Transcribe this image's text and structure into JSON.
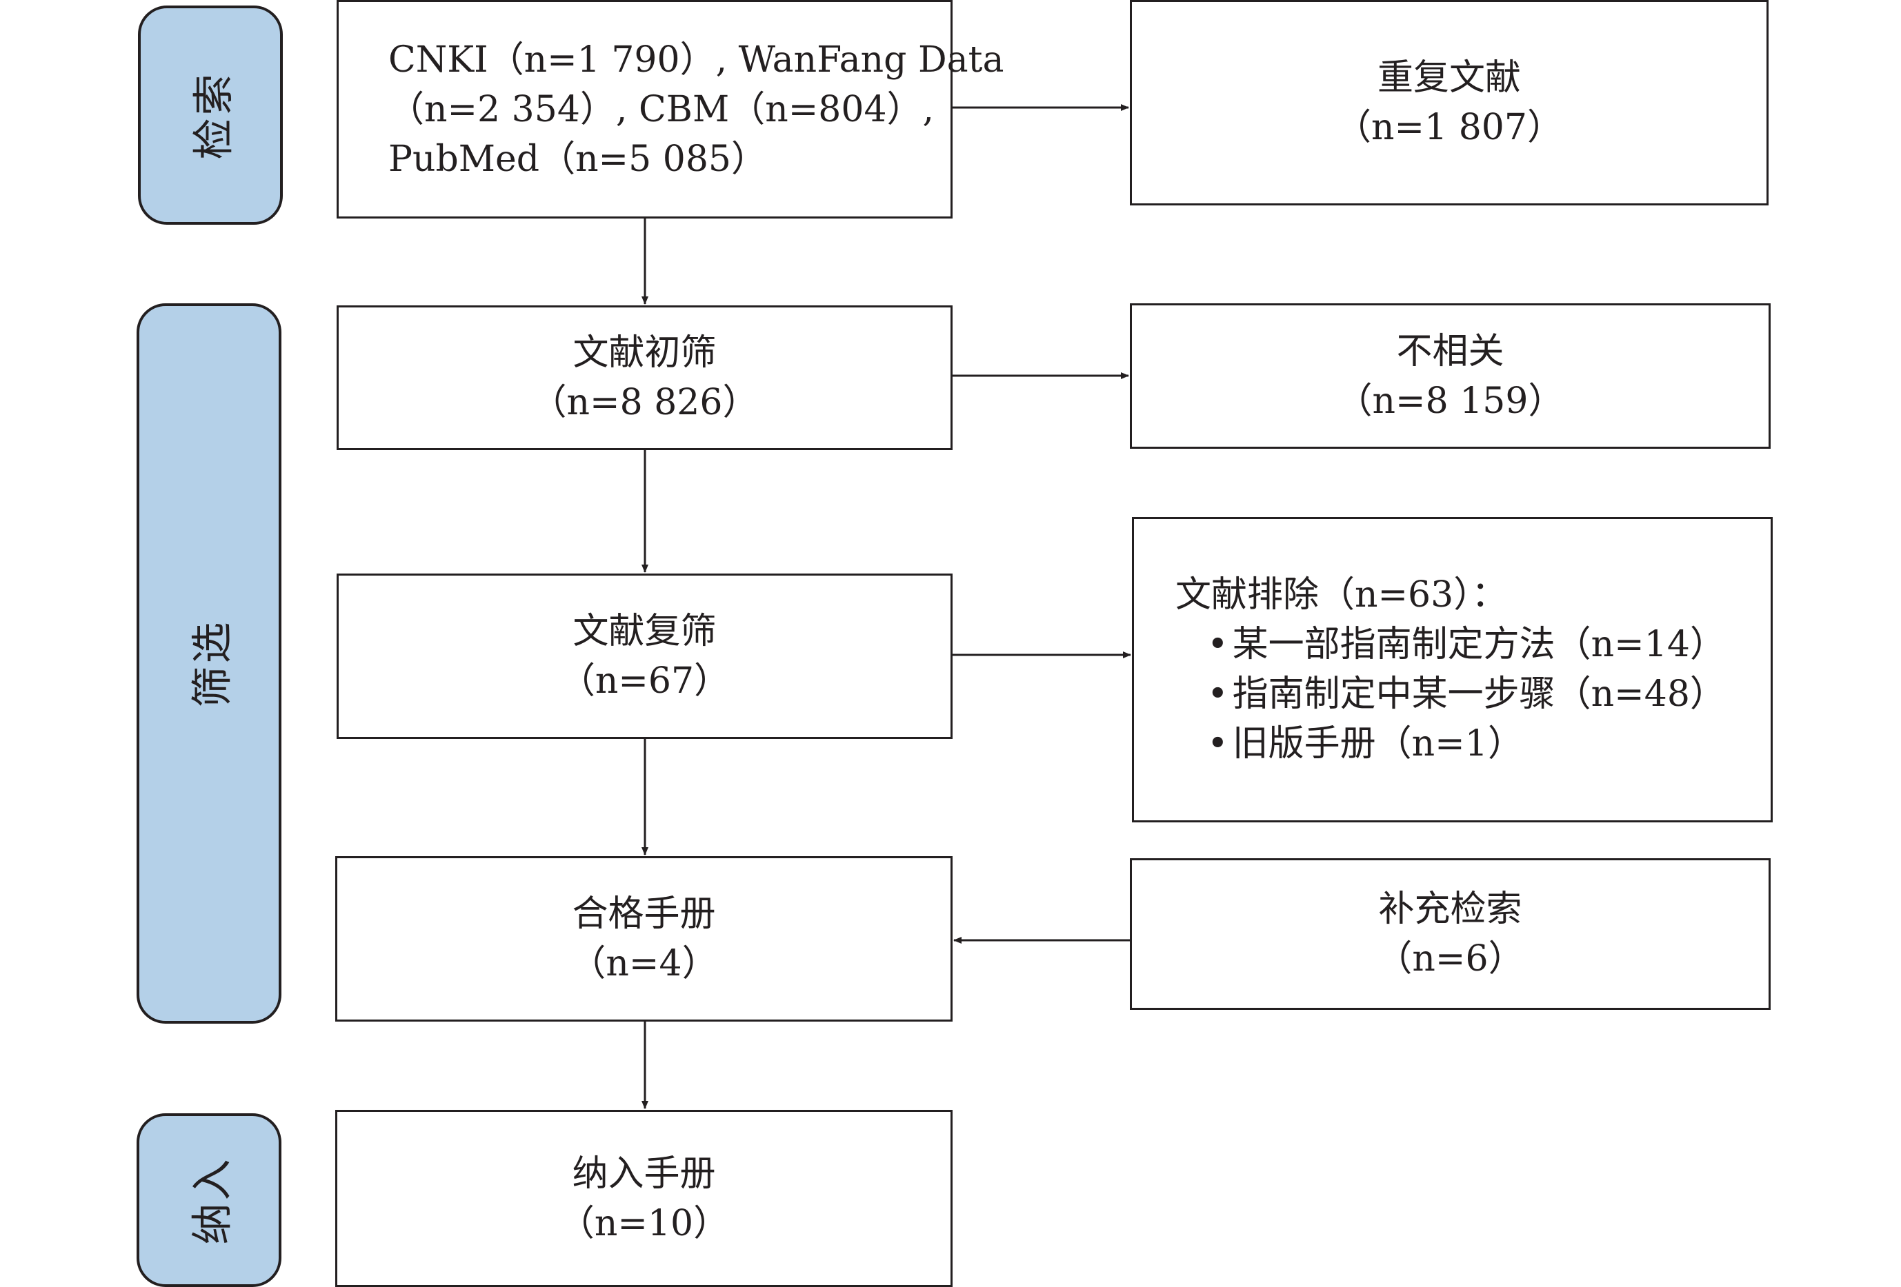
{
  "stages": [
    {
      "id": "retrieval",
      "label": "检索"
    },
    {
      "id": "screening",
      "label": "筛选"
    },
    {
      "id": "inclusion",
      "label": "纳入"
    }
  ],
  "boxes": {
    "sources": {
      "lines": [
        "CNKI（n=1 790）, WanFang Data",
        "（n=2 354）, CBM（n=804）,",
        "PubMed（n=5 085）"
      ]
    },
    "duplicates": {
      "title": "重复文献",
      "count": "（n=1 807）"
    },
    "initial_screening": {
      "title": "文献初筛",
      "count": "（n=8 826）"
    },
    "irrelevant": {
      "title": "不相关",
      "count": "（n=8 159）"
    },
    "full_screening": {
      "title": "文献复筛",
      "count": "（n=67）"
    },
    "excluded": {
      "title": "文献排除（n=63）：",
      "items": [
        "某一部指南制定方法（n=14）",
        "指南制定中某一步骤（n=48）",
        "旧版手册（n=1）"
      ]
    },
    "eligible": {
      "title": "合格手册",
      "count": "（n=4）"
    },
    "supplementary": {
      "title": "补充检索",
      "count": "（n=6）"
    },
    "included": {
      "title": "纳入手册",
      "count": "（n=10）"
    }
  },
  "colors": {
    "stage_fill": "#b4d0e8",
    "stroke": "#231f20",
    "box_fill": "#ffffff"
  }
}
